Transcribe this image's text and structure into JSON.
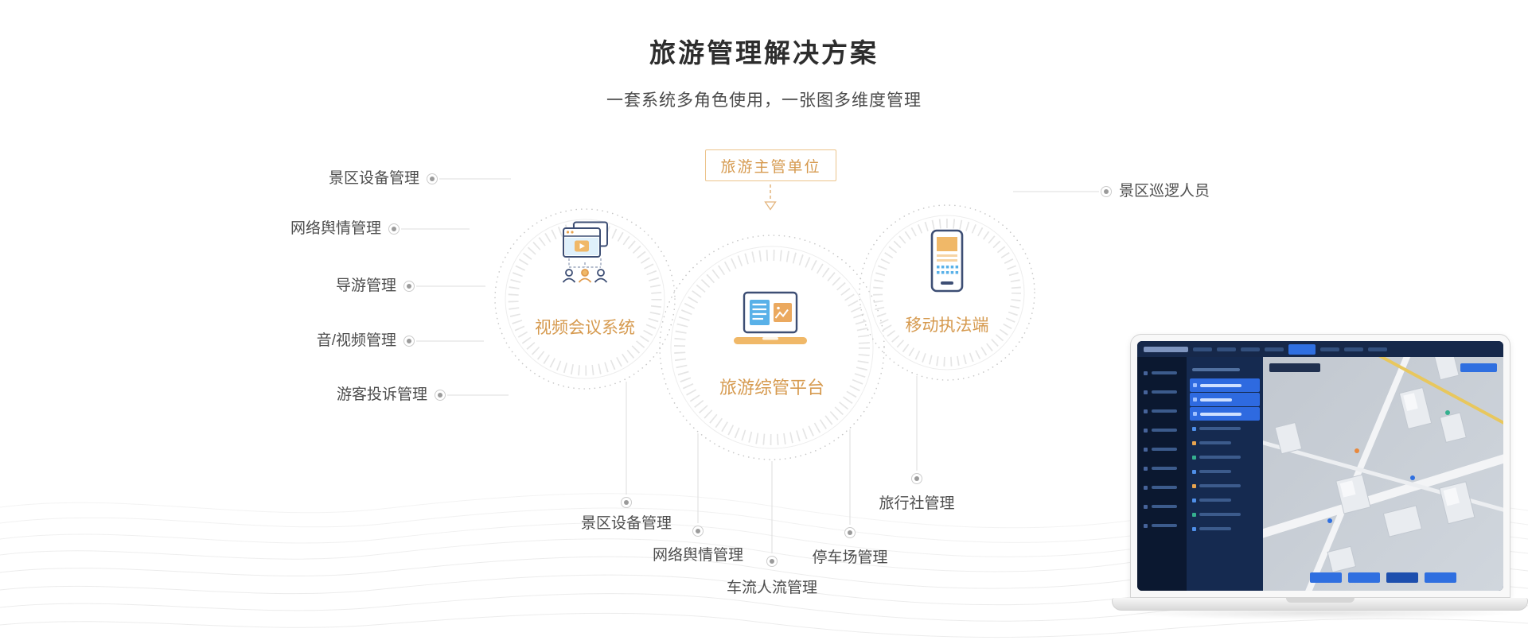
{
  "header": {
    "title": "旅游管理解决方案",
    "subtitle": "一套系统多角色使用，一张图多维度管理"
  },
  "diagram": {
    "top_box": {
      "label": "旅游主管单位"
    },
    "hubs": [
      {
        "id": "video-conference",
        "label": "视频会议系统",
        "icon": "video-conference-icon"
      },
      {
        "id": "platform",
        "label": "旅游综管平台",
        "icon": "laptop-chart-icon"
      },
      {
        "id": "mobile-enforcement",
        "label": "移动执法端",
        "icon": "mobile-phone-icon"
      }
    ],
    "left_items": [
      "景区设备管理",
      "网络舆情管理",
      "导游管理",
      "音/视频管理",
      "游客投诉管理"
    ],
    "right_items": [
      "景区巡逻人员"
    ],
    "bottom_items": [
      "景区设备管理",
      "网络舆情管理",
      "车流人流管理",
      "停车场管理",
      "旅行社管理"
    ]
  },
  "colors": {
    "accent_orange": "#D69A4F",
    "navy": "#3D4E74",
    "blue": "#59B1E8",
    "line_gray": "#DCDCDC",
    "text_dark": "#2D2D2D",
    "text_gray": "#4D4D4D",
    "dashboard_bg": "#0E1C38",
    "dashboard_highlight": "#2E6AE0"
  }
}
